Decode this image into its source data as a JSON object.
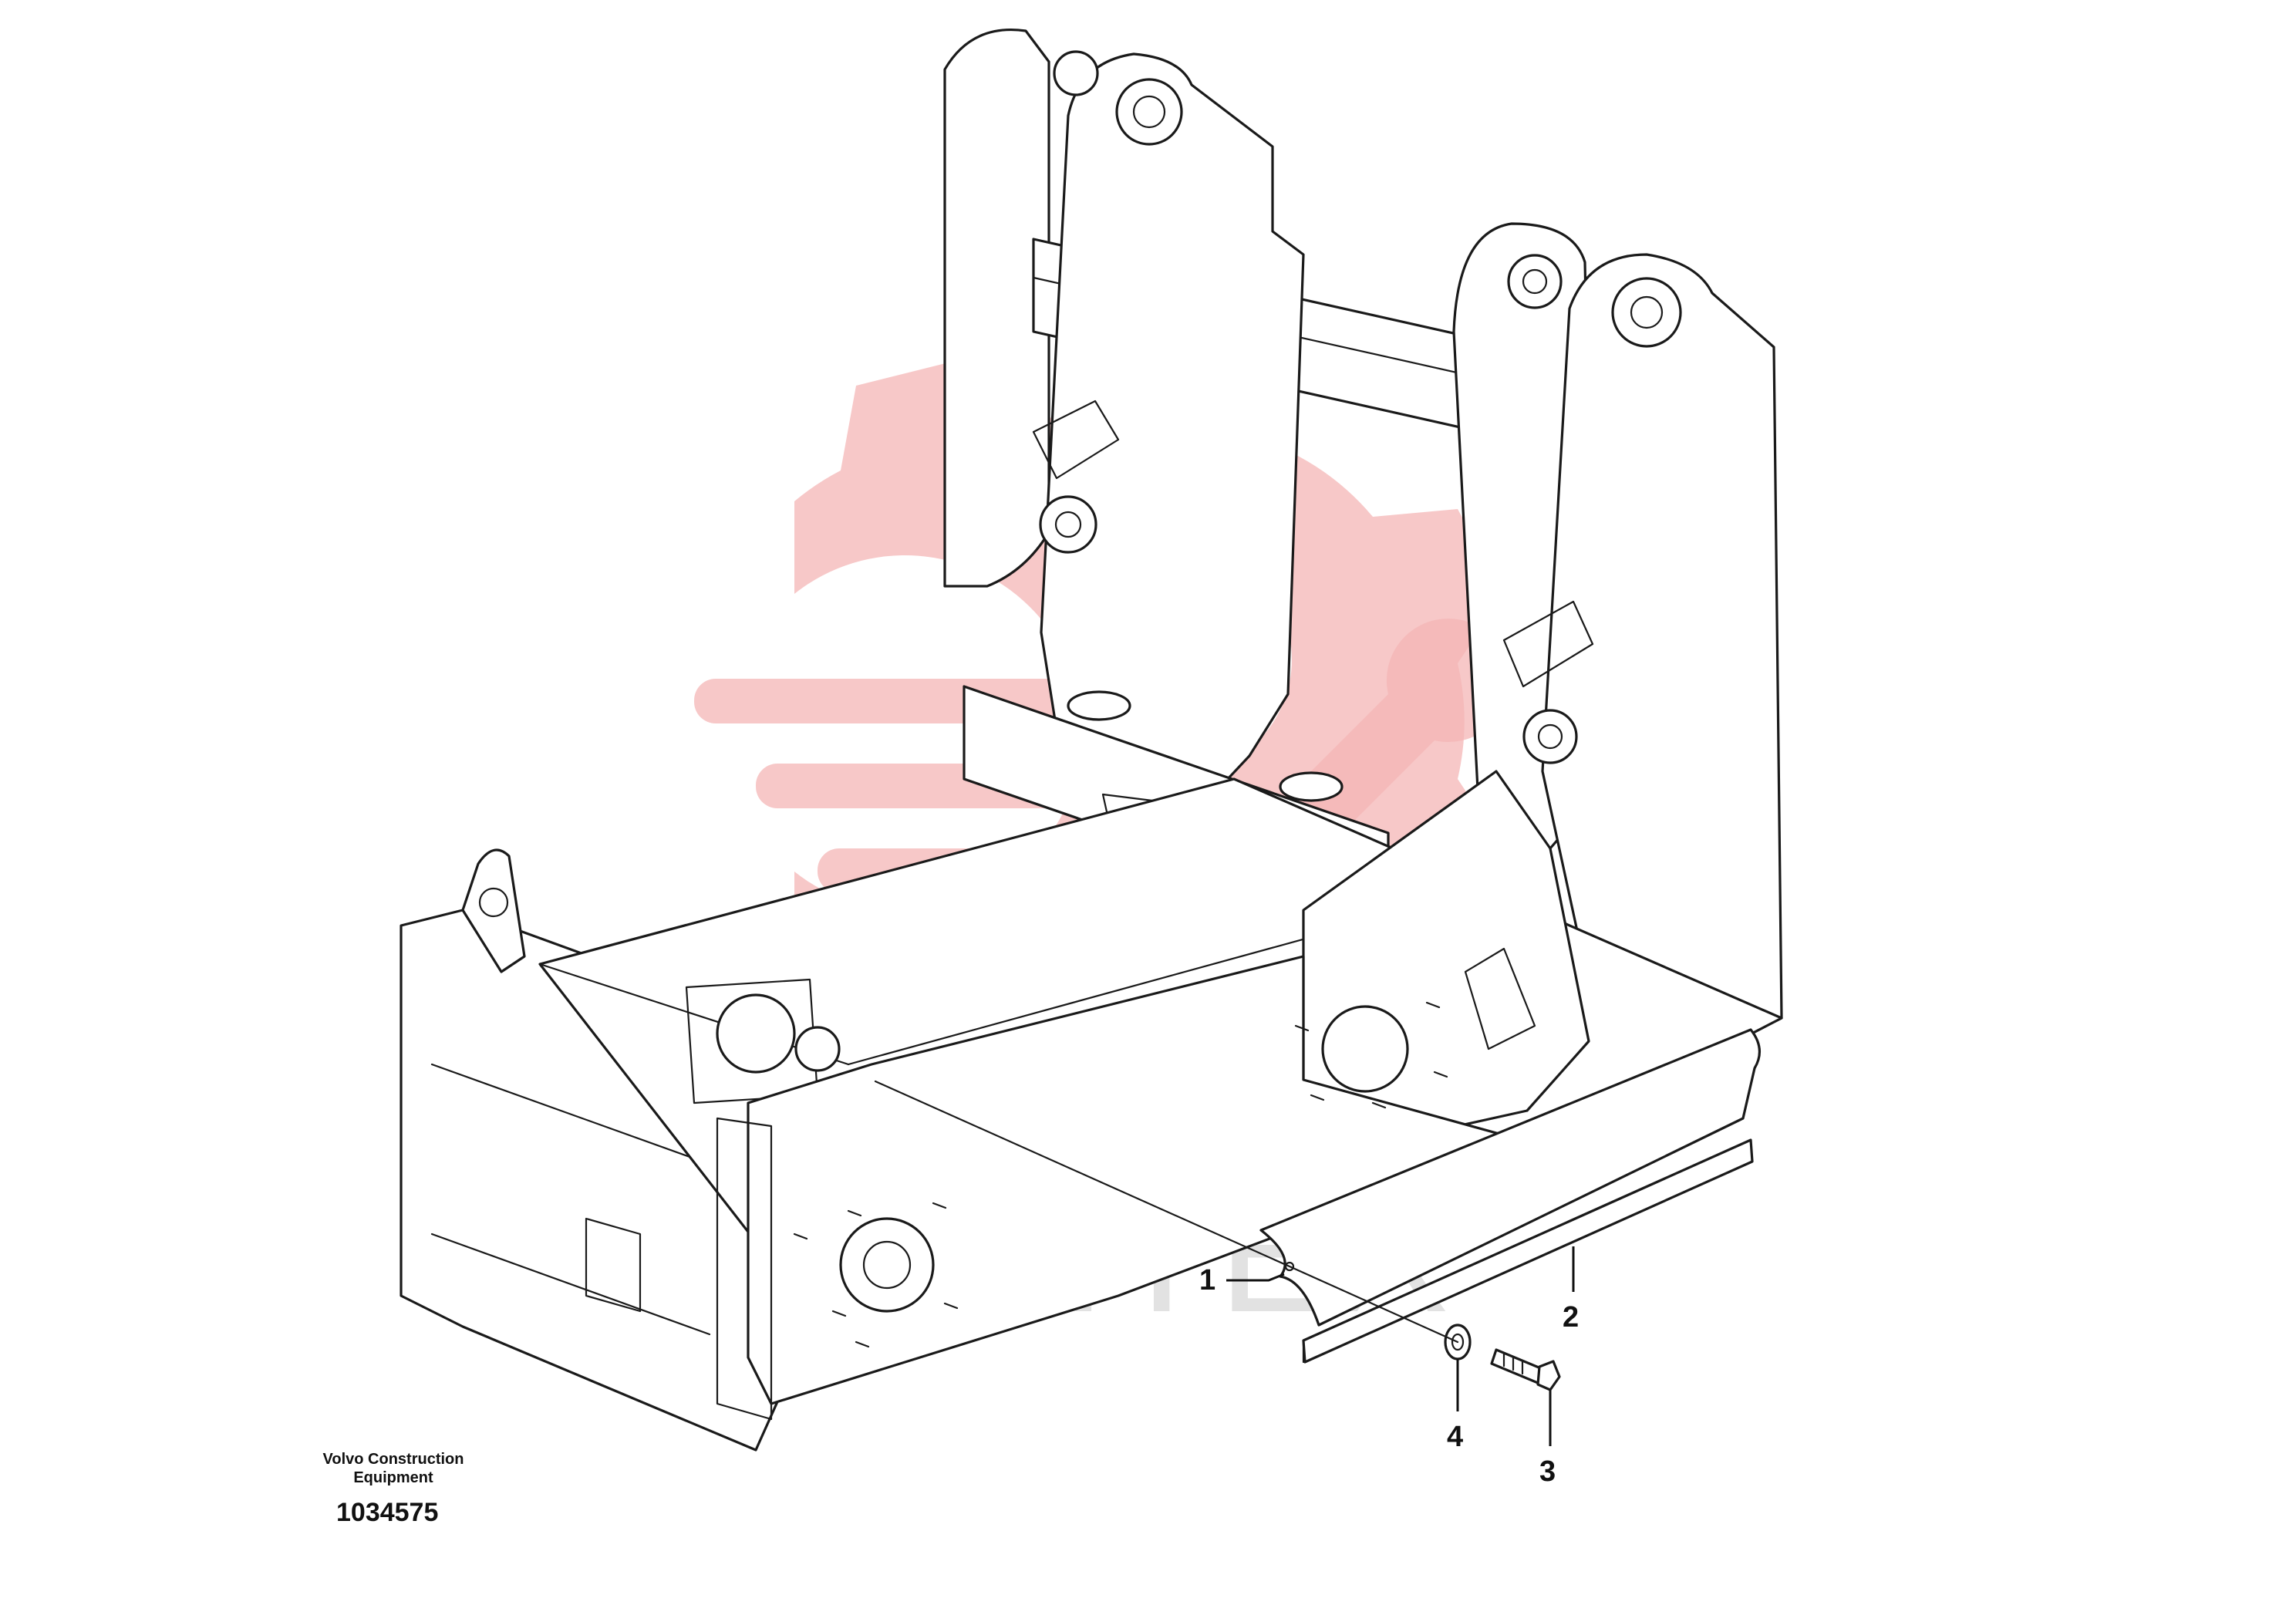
{
  "watermark": {
    "text": "ИНТЕХ",
    "color": "#f4b6b6"
  },
  "caption": {
    "brand_line1": "Volvo Construction",
    "brand_line2": "Equipment",
    "drawing_number": "1034575"
  },
  "callouts": [
    {
      "id": "1",
      "label": "1"
    },
    {
      "id": "2",
      "label": "2"
    },
    {
      "id": "3",
      "label": "3"
    },
    {
      "id": "4",
      "label": "4"
    }
  ]
}
